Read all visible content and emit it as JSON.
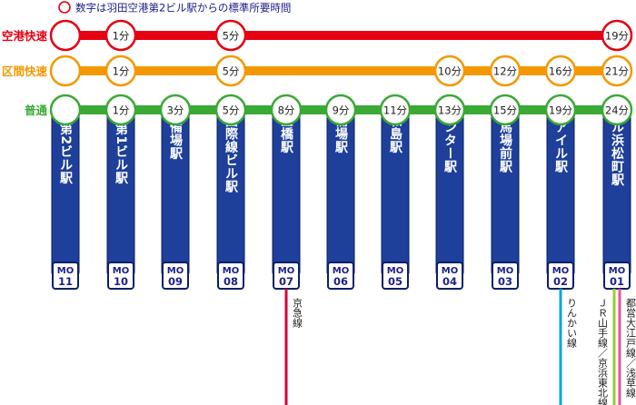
{
  "legend": {
    "text": "数字は羽田空港第2ビル駅からの標準所要時間"
  },
  "colors": {
    "express": "#e60012",
    "section": "#f39800",
    "local": "#3aa935",
    "station_bar": "#1e3f9a",
    "station_bar_border": "#0a1f66",
    "text_blue": "#1d2088"
  },
  "services": [
    {
      "key": "express",
      "label": "空港快速",
      "times": [
        "",
        "1分",
        "",
        "5分",
        "",
        "",
        "",
        "",
        "",
        "",
        "19分"
      ]
    },
    {
      "key": "section",
      "label": "区間快速",
      "times": [
        "",
        "1分",
        "",
        "5分",
        "",
        "",
        "",
        "10分",
        "12分",
        "16分",
        "21分"
      ]
    },
    {
      "key": "local",
      "label": "普通",
      "times": [
        "",
        "1分",
        "3分",
        "5分",
        "8分",
        "9分",
        "11分",
        "13分",
        "15分",
        "19分",
        "24分"
      ]
    }
  ],
  "stations": [
    {
      "name": "羽田空港第2ビル駅",
      "code_prefix": "MO",
      "code_num": "11"
    },
    {
      "name": "羽田空港第1ビル駅",
      "code_prefix": "MO",
      "code_num": "10"
    },
    {
      "name": "新整備場駅",
      "code_prefix": "MO",
      "code_num": "09"
    },
    {
      "name": "羽田空港国際線ビル駅",
      "code_prefix": "MO",
      "code_num": "08"
    },
    {
      "name": "天空橋駅",
      "code_prefix": "MO",
      "code_num": "07"
    },
    {
      "name": "整備場駅",
      "code_prefix": "MO",
      "code_num": "06"
    },
    {
      "name": "昭和島駅",
      "code_prefix": "MO",
      "code_num": "05"
    },
    {
      "name": "流通センター駅",
      "code_prefix": "MO",
      "code_num": "04"
    },
    {
      "name": "大井競馬場前駅",
      "code_prefix": "MO",
      "code_num": "03"
    },
    {
      "name": "天王洲アイル駅",
      "code_prefix": "MO",
      "code_num": "02"
    },
    {
      "name": "モノレール浜松町駅",
      "code_prefix": "MO",
      "code_num": "01"
    }
  ],
  "transfers": [
    {
      "station": 4,
      "name": "京急線",
      "color": "#d7003a"
    },
    {
      "station": 9,
      "name": "りんかい線",
      "color": "#00a7db"
    },
    {
      "station": 10,
      "name": "ＪＲ山手線／京浜東北線",
      "color": "#9acd32"
    },
    {
      "station": 10,
      "name": "都営大江戸線／浅草線",
      "color": "#e85298"
    }
  ]
}
